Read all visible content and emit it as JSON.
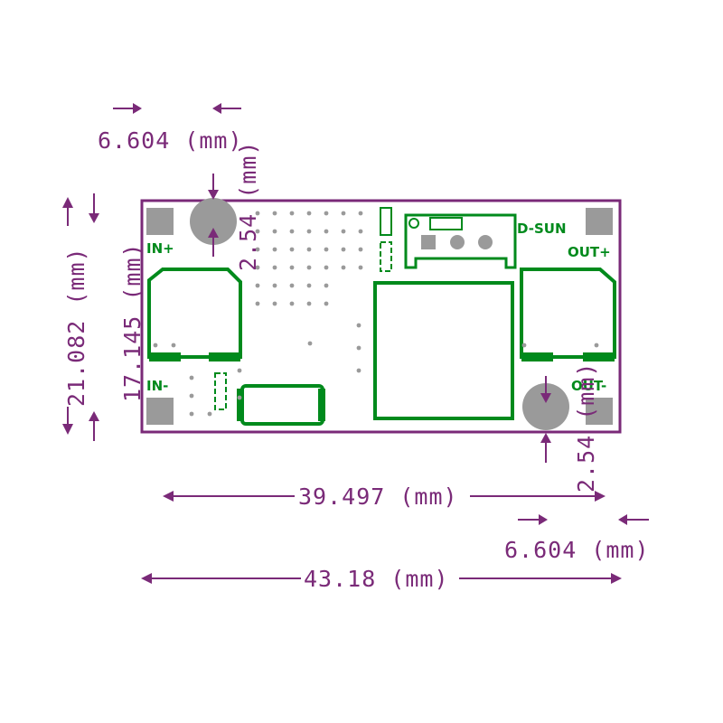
{
  "board": {
    "brand_label": "D-SUN",
    "in_plus_label": "IN+",
    "in_minus_label": "IN-",
    "out_plus_label": "OUT+",
    "out_minus_label": "OUT-"
  },
  "dimensions": {
    "hole_offset_top": "6.604 (mm)",
    "hole_offset_bottom": "6.604 (mm)",
    "hole_radius_top": "2.54 (mm)",
    "hole_radius_bottom": "2.54 (mm)",
    "board_height": "21.082 (mm)",
    "pad_spacing_height": "17.145 (mm)",
    "hole_spacing_width": "39.497 (mm)",
    "board_width": "43.18 (mm)"
  },
  "colors": {
    "dimension": "#7a2a78",
    "board_outline": "#7a2a78",
    "silkscreen": "#008a1c",
    "pad": "#9a9a9a"
  }
}
